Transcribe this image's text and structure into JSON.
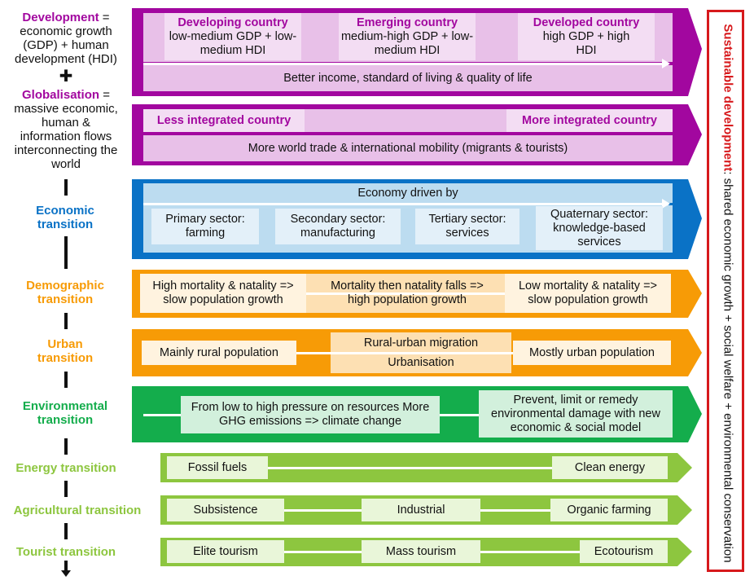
{
  "left_labels": {
    "development_term": "Development",
    "development_def": " = economic growth (GDP) + human development (HDI)",
    "plus": "✚",
    "globalisation_term": "Globalisation",
    "globalisation_def": " = massive economic, human & information flows interconnecting the world",
    "economic": "Economic transition",
    "demographic": "Demographic transition",
    "urban": "Urban transition",
    "environmental": "Environmental transition",
    "energy": "Energy transition",
    "agricultural": "Agricultural transition",
    "tourist": "Tourist transition"
  },
  "development": {
    "developing_title": "Developing country",
    "developing_text": "low-medium GDP + low-medium HDI",
    "emerging_title": "Emerging country",
    "emerging_text": "medium-high GDP + low-medium HDI",
    "developed_title": "Developed country",
    "developed_text": "high GDP + high HDI",
    "bar": "Better income, standard of living & quality of life"
  },
  "globalisation": {
    "less": "Less integrated country",
    "more": "More integrated country",
    "bar": "More world trade & international mobility (migrants & tourists)"
  },
  "economic": {
    "bar": "Economy driven by",
    "primary": "Primary sector: farming",
    "secondary": "Secondary sector: manufacturing",
    "tertiary": "Tertiary sector: services",
    "quaternary": "Quaternary sector: knowledge-based services"
  },
  "demographic": {
    "a": "High mortality & natality => slow population growth",
    "b": "Mortality then natality falls => high population growth",
    "c": "Low mortality & natality => slow population growth"
  },
  "urban": {
    "a": "Mainly rural population",
    "b1": "Rural-urban migration",
    "b2": "Urbanisation",
    "c": "Mostly urban population"
  },
  "environmental": {
    "a": "From low to high pressure on resources More GHG emissions => climate change",
    "c": "Prevent, limit or remedy environmental damage with new economic & social model"
  },
  "energy": {
    "a": "Fossil fuels",
    "c": "Clean energy"
  },
  "agricultural": {
    "a": "Subsistence",
    "b": "Industrial",
    "c": "Organic farming"
  },
  "tourist": {
    "a": "Elite tourism",
    "b": "Mass tourism",
    "c": "Ecotourism"
  },
  "sustainable": {
    "term": "Sustainable development",
    "def": ": shared economic growth + social welfare + environmental conservation"
  },
  "colors": {
    "purple": "#a2079f",
    "purple_light": "#e8c0e8",
    "purple_box": "#f3ddf3",
    "blue": "#0a72c6",
    "blue_light": "#bcdcf0",
    "blue_box": "#e3f0f9",
    "orange": "#f79b06",
    "orange_light": "#fde0b3",
    "orange_box": "#fff3df",
    "green": "#14ad4c",
    "green_box": "#d2f0dc",
    "lime": "#8dc63f",
    "lime_box": "#e9f6d9",
    "red": "#d7191c"
  }
}
